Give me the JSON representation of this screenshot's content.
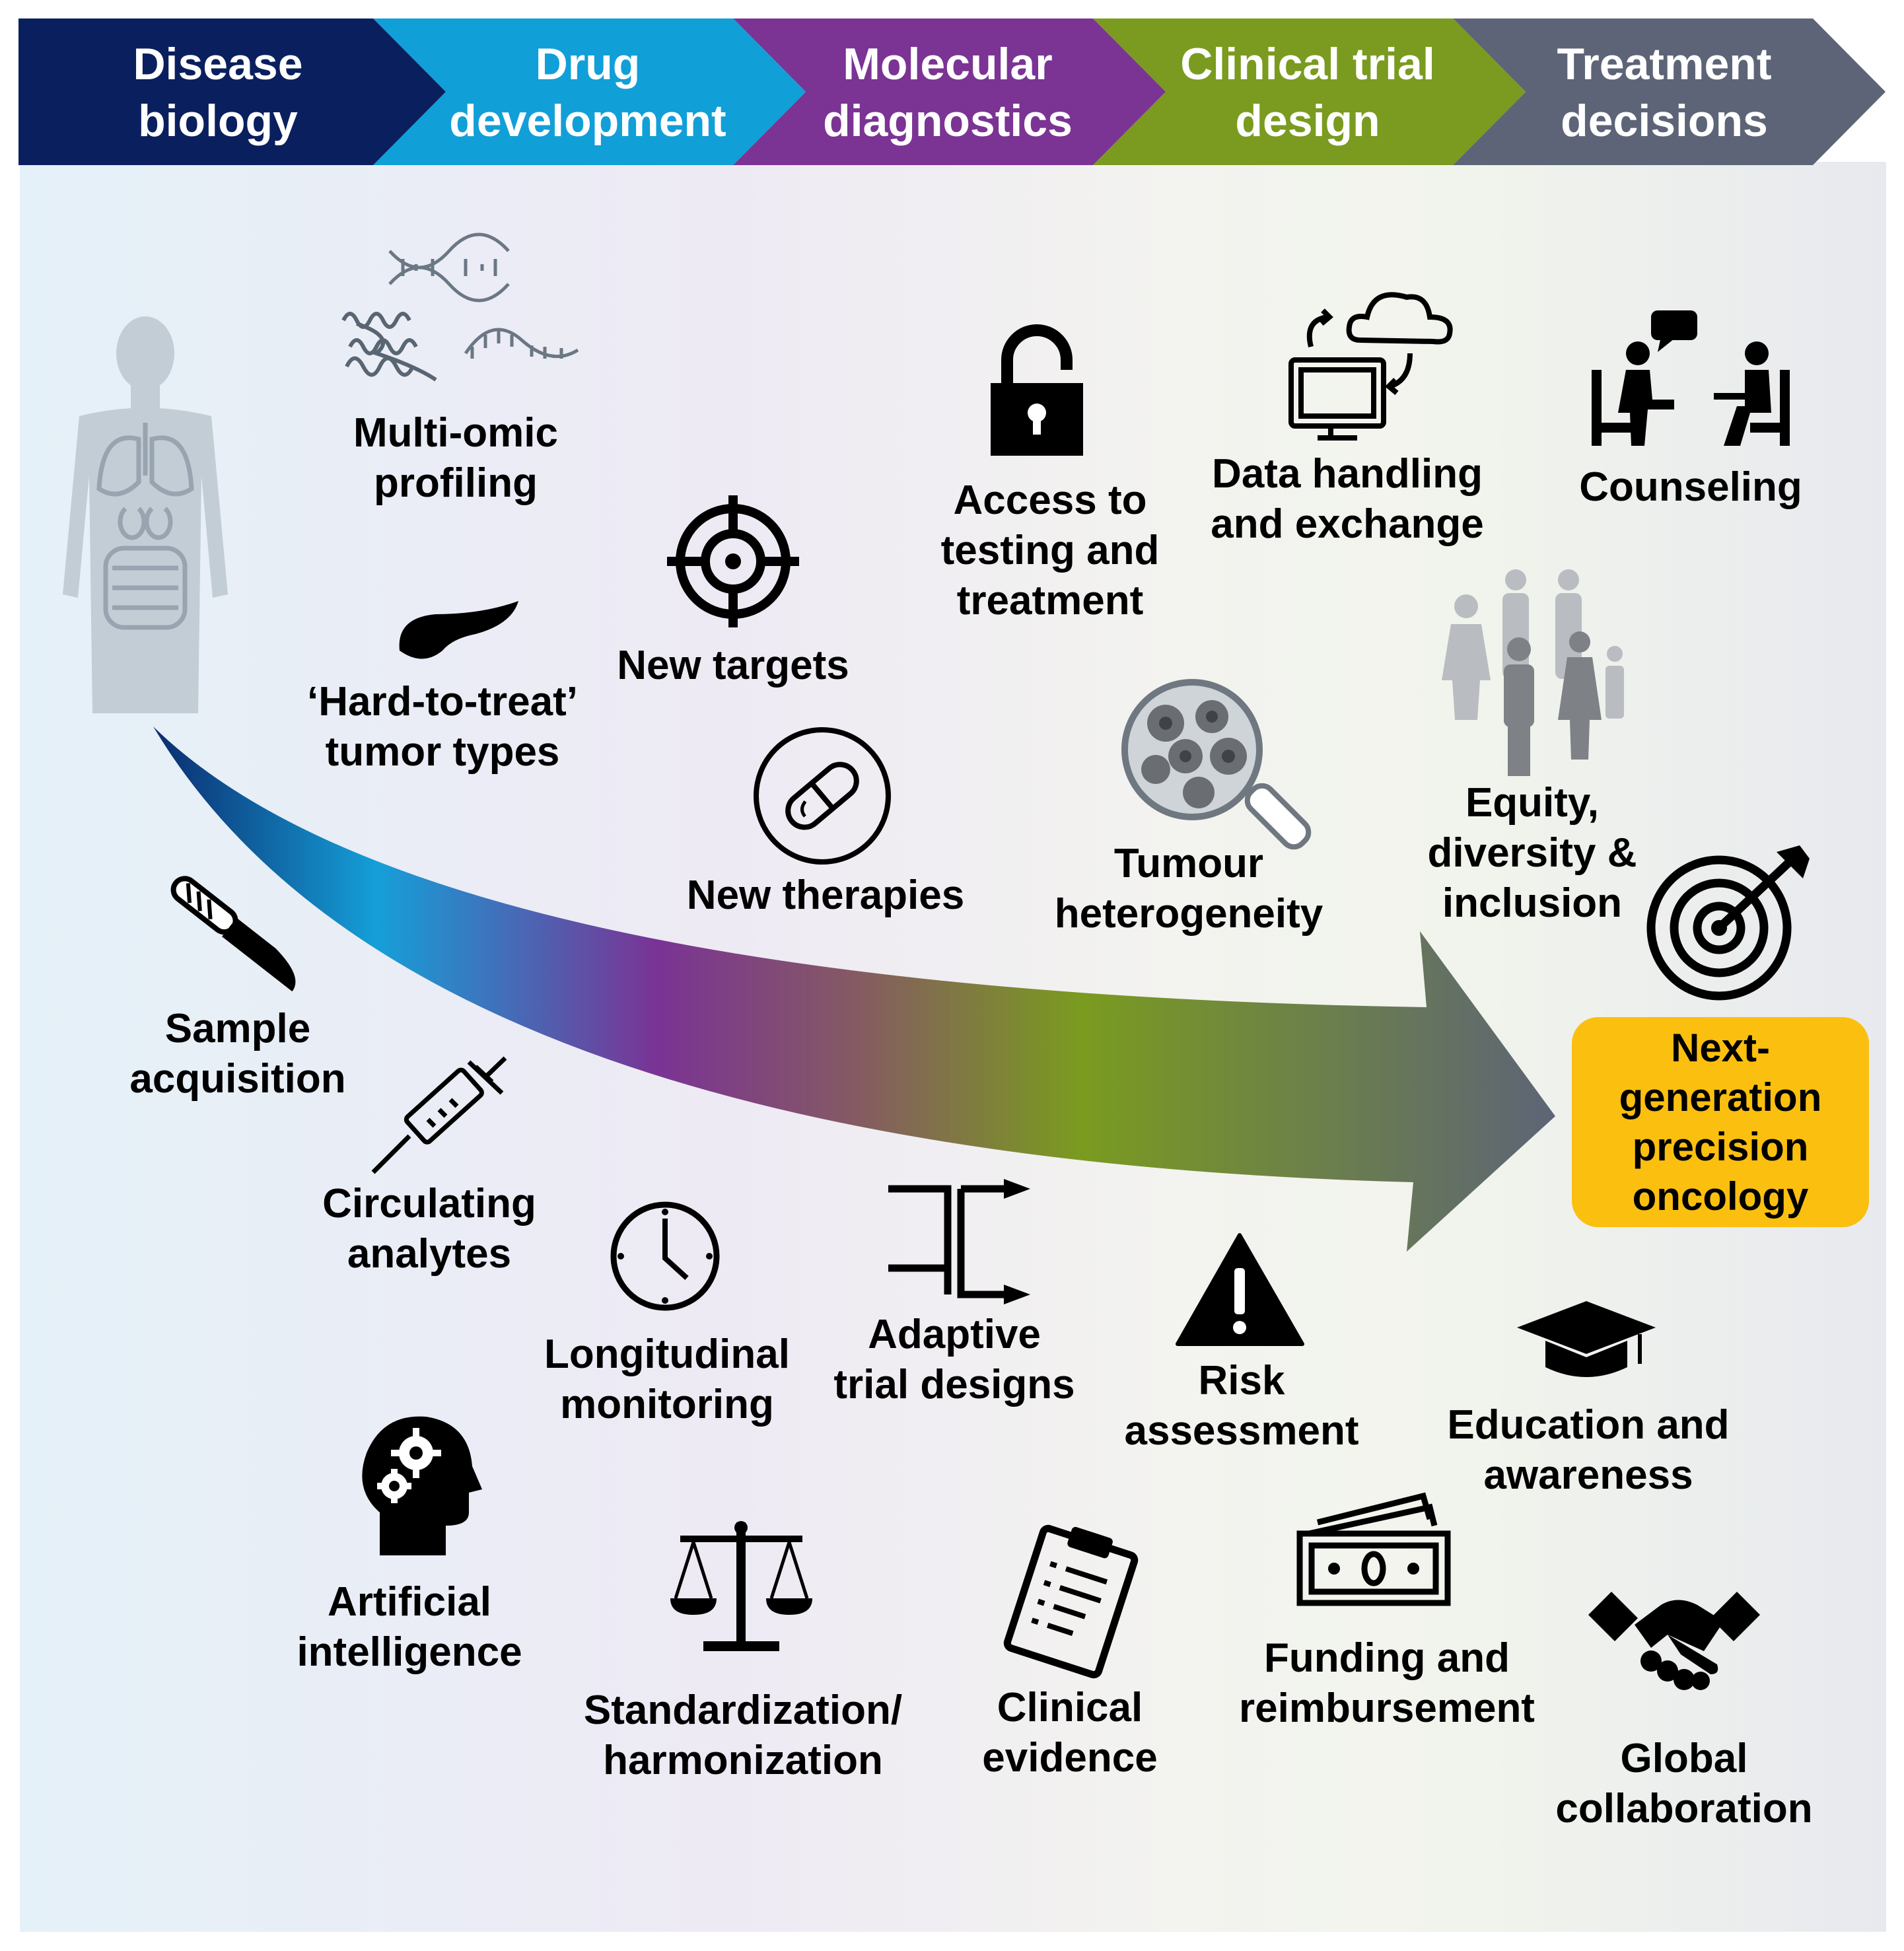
{
  "header_steps": [
    {
      "label": "Disease\nbiology",
      "color": "#0a1f5e"
    },
    {
      "label": "Drug\ndevelopment",
      "color": "#119fd8"
    },
    {
      "label": "Molecular\ndiagnostics",
      "color": "#7b3394"
    },
    {
      "label": "Clinical trial\ndesign",
      "color": "#7a9b1f"
    },
    {
      "label": "Treatment\ndecisions",
      "color": "#5d6477"
    }
  ],
  "goal": {
    "label": "Next-\ngeneration\nprecision\noncology",
    "color": "#fbbf0f"
  },
  "items": {
    "multi_omic": "Multi-omic\nprofiling",
    "hard_to_treat": "‘Hard-to-treat’\ntumor types",
    "new_targets": "New targets",
    "access": "Access to\ntesting and\ntreatment",
    "data_handling": "Data handling\nand exchange",
    "counseling": "Counseling",
    "new_therapies": "New therapies",
    "tumour_heterogeneity": "Tumour\nheterogeneity",
    "equity": "Equity,\ndiversity &\ninclusion",
    "sample_acquisition": "Sample\nacquisition",
    "circulating": "Circulating\nanalytes",
    "longitudinal": "Longitudinal\nmonitoring",
    "adaptive": "Adaptive\ntrial designs",
    "risk": "Risk\nassessment",
    "education": "Education and\nawareness",
    "ai": "Artificial\nintelligence",
    "standardization": "Standardization/\nharmonization",
    "clinical_evidence": "Clinical\nevidence",
    "funding": "Funding and\nreimbursement",
    "global": "Global\ncollaboration"
  },
  "icons": [
    "human-body-icon",
    "dna-icon",
    "protein-icon",
    "rna-icon",
    "pancreas-icon",
    "crosshair-target-icon",
    "open-padlock-icon",
    "computer-cloud-icon",
    "counseling-icon",
    "capsule-icon",
    "magnifier-cells-icon",
    "family-icon",
    "bullseye-arrow-icon",
    "scalpel-icon",
    "syringe-icon",
    "clock-icon",
    "branch-arrows-icon",
    "warning-icon",
    "graduation-cap-icon",
    "ai-head-gears-icon",
    "scales-icon",
    "clipboard-checklist-icon",
    "banknotes-icon",
    "handshake-icon"
  ]
}
